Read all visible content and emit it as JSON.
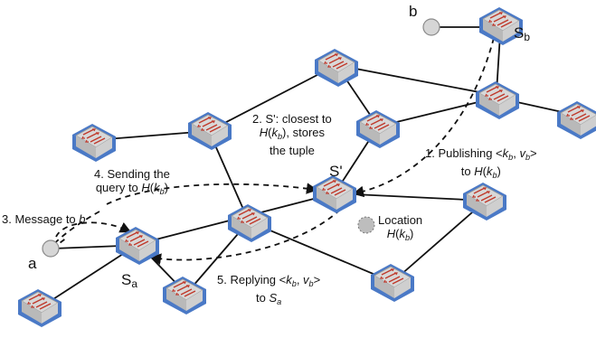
{
  "nodes": {
    "a": "a",
    "b": "b",
    "sa": {
      "main": "S",
      "sub": "a"
    },
    "sb": {
      "main": "S",
      "sub": "b"
    },
    "sprime": "S'"
  },
  "annotations": {
    "publishing": {
      "line1_prefix": "1. Publishing <",
      "k": "k",
      "k_sub": "b",
      "comma": ", ",
      "v": "v",
      "v_sub": "b",
      "close": ">",
      "line2_prefix": "to ",
      "H": "H",
      "paren_open": "(",
      "paren_close": ")"
    },
    "closest": {
      "line1": "2. S': closest to",
      "line2_suffix": ", stores",
      "line3": "the tuple"
    },
    "message": {
      "prefix": "3. Message to ",
      "target": "b"
    },
    "sending": {
      "line1": "4. Sending the",
      "line2_prefix": "query to "
    },
    "replying": {
      "line1_prefix": "5. Replying <",
      "line2_prefix": "to ",
      "target_main": "S",
      "target_sub": "a"
    },
    "location": {
      "line1": "Location"
    }
  }
}
